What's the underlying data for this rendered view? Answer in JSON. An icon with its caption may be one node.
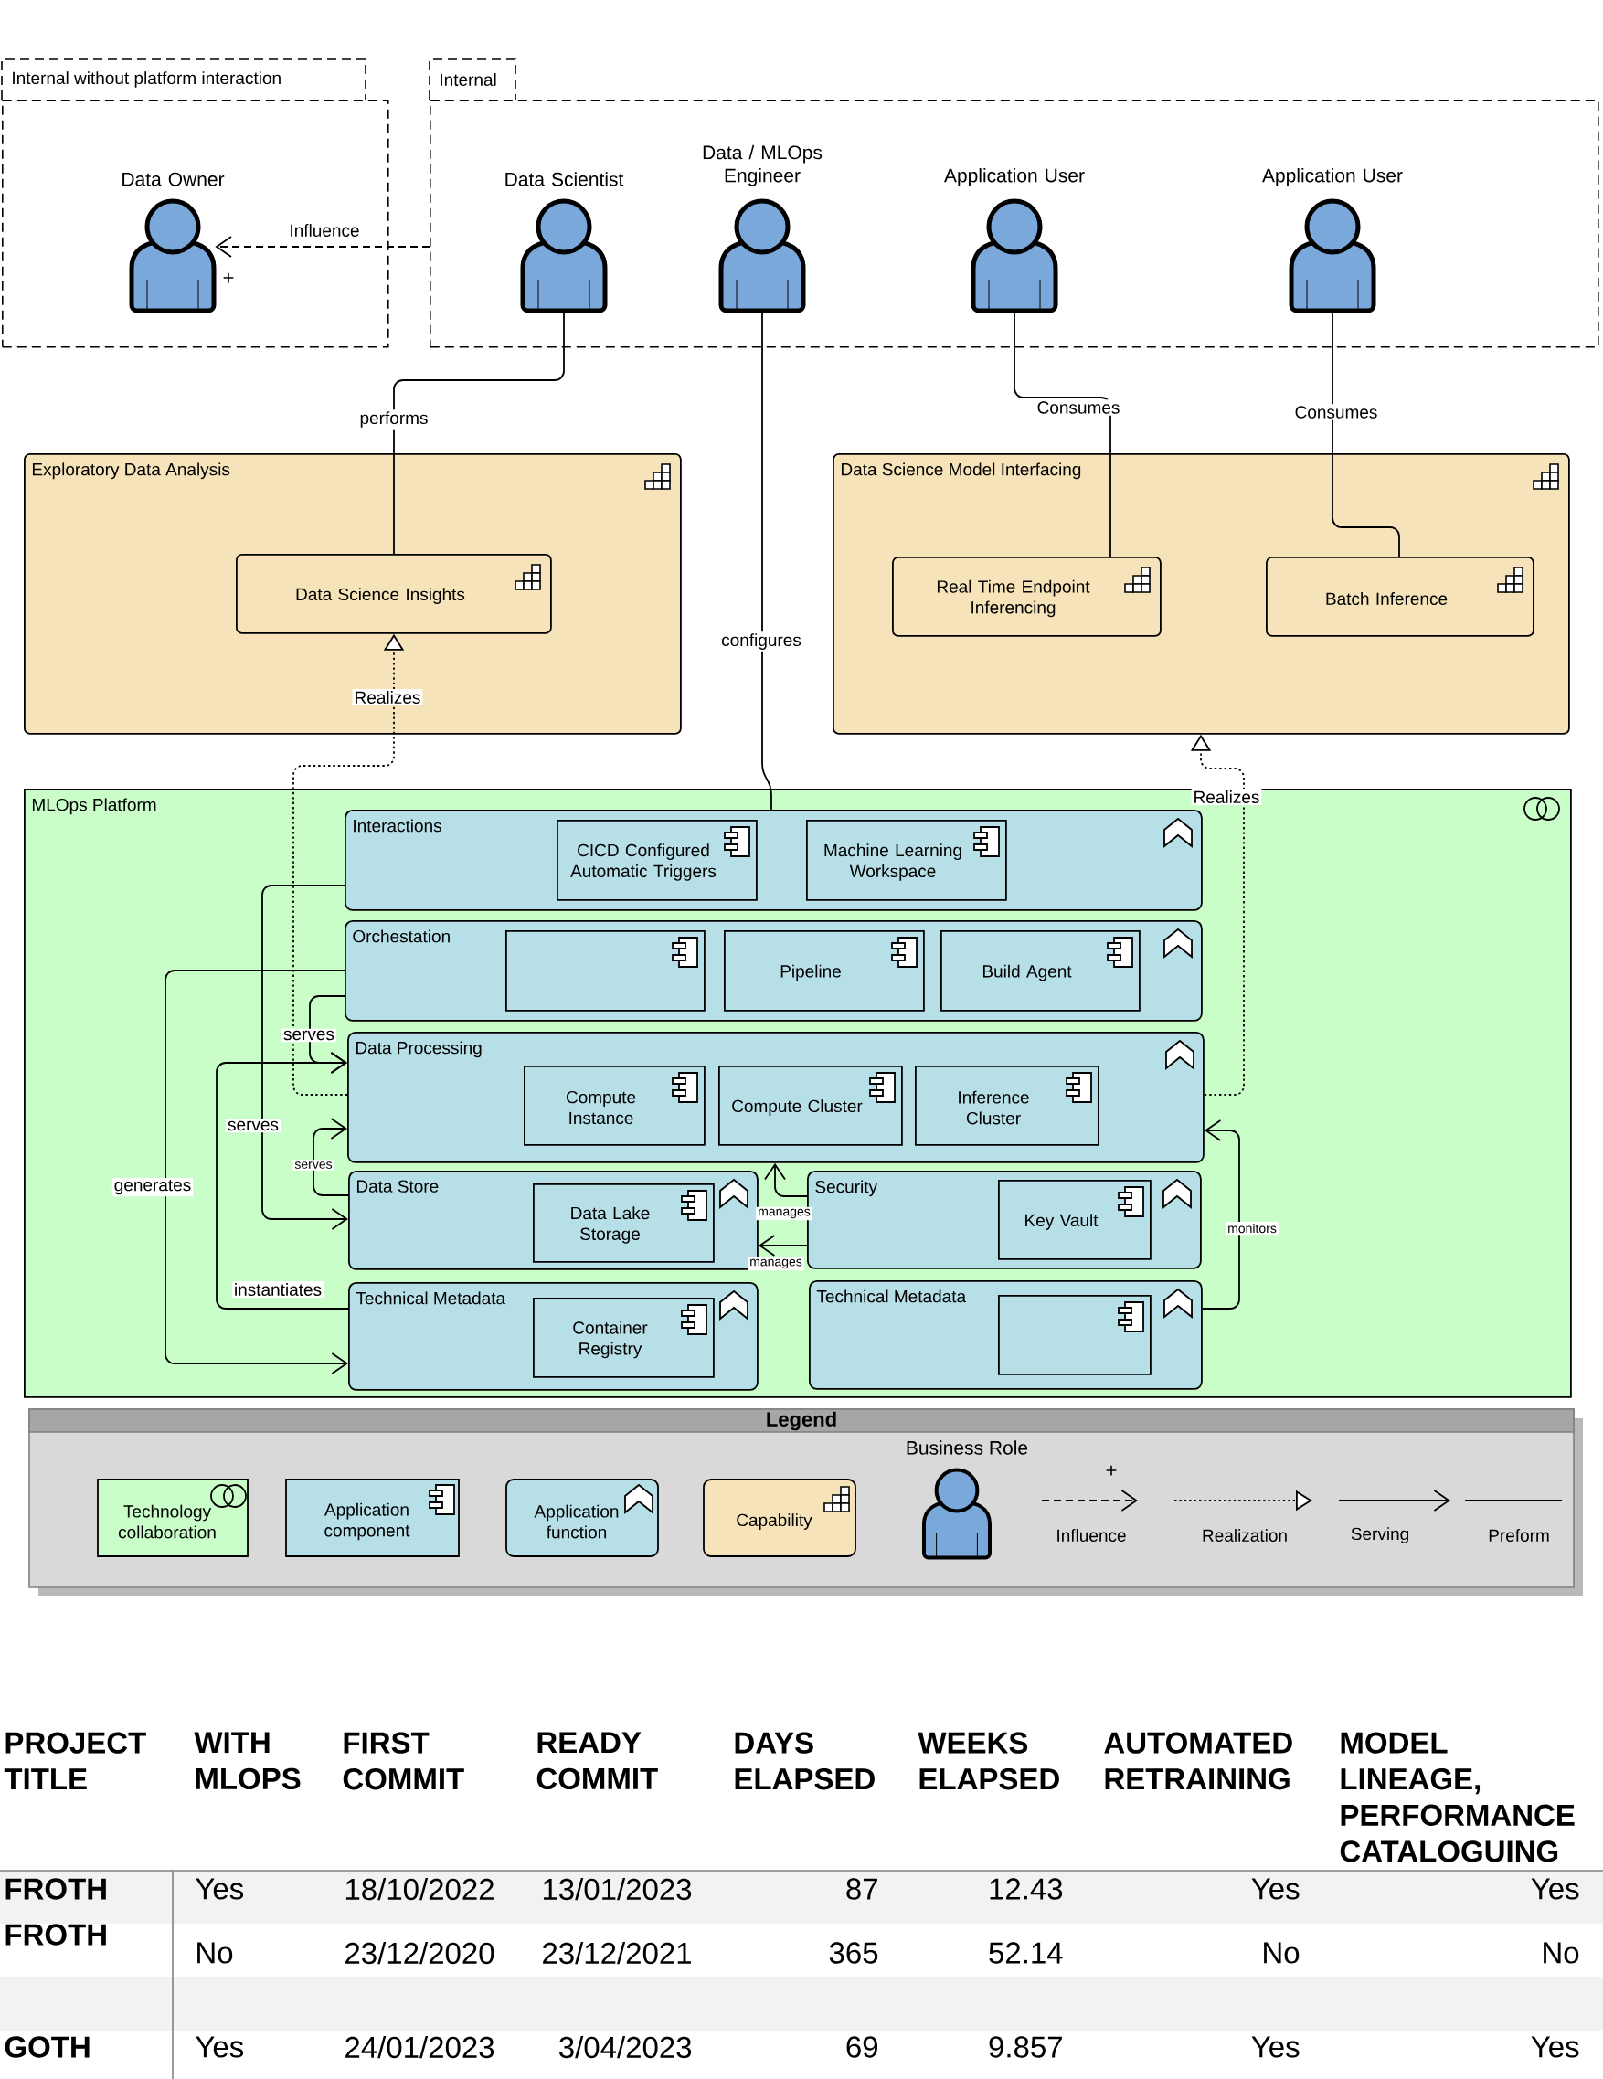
{
  "diagram": {
    "nodes": [
      {
        "text": [
          "Internal without platform interaction"
        ]
      },
      {
        "text": [
          "Internal"
        ]
      },
      {
        "text": [
          "Data Owner"
        ],
        "in": 0
      },
      {
        "text": [
          "Data Scientist"
        ],
        "in": 1
      },
      {
        "text": [
          "Data / MLOps Engineer"
        ],
        "in": 1
      },
      {
        "text": [
          "Application User"
        ],
        "in": 1
      },
      {
        "text": [
          "Application User"
        ],
        "in": 1
      },
      {
        "text": [
          "Exploratory Data Analysis"
        ]
      },
      {
        "text": [
          "Data Science Insights"
        ],
        "in": 7
      },
      {
        "text": [
          "Data Science Model Interfacing"
        ]
      },
      {
        "text": [
          "Real Time Endpoint Inferencing"
        ],
        "in": 9
      },
      {
        "text": [
          "Batch Inference"
        ],
        "in": 9
      },
      {
        "text": [
          "MLOps Platform"
        ]
      },
      {
        "text": [
          "Interactions"
        ],
        "in": 12
      },
      {
        "text": [
          "CICD Configured Automatic Triggers"
        ],
        "in": 13
      },
      {
        "text": [
          "Machine Learning Workspace"
        ],
        "in": 13
      },
      {
        "text": [
          "Orchestation"
        ],
        "in": 12
      },
      {
        "text": [],
        "shape": "box",
        "in": 16
      },
      {
        "text": [
          "Pipeline"
        ],
        "in": 16
      },
      {
        "text": [
          "Build Agent"
        ],
        "in": 16
      },
      {
        "text": [
          "Data Processing"
        ],
        "in": 12
      },
      {
        "text": [
          "Compute Instance"
        ],
        "in": 20
      },
      {
        "text": [
          "Compute Cluster"
        ],
        "in": 20
      },
      {
        "text": [
          "Inference Cluster"
        ],
        "in": 20
      },
      {
        "text": [
          "Data Store"
        ],
        "in": 12
      },
      {
        "text": [
          "Data Lake Storage"
        ],
        "in": 24
      },
      {
        "text": [
          "Security"
        ],
        "in": 12
      },
      {
        "text": [
          "Key Vault"
        ],
        "in": 26
      },
      {
        "text": [
          "Technical Metadata"
        ],
        "in": 12
      },
      {
        "text": [
          "Container Registry"
        ],
        "in": 28
      },
      {
        "text": [
          "Technical Metadata"
        ],
        "in": 12
      },
      {
        "text": [],
        "shape": "box",
        "in": 30
      }
    ],
    "edges": [
      {
        "from": 1,
        "to": 2,
        "arrow": "to",
        "label": "Influence",
        "style": "dashed"
      },
      {
        "from": 3,
        "to": 8,
        "arrow": "none",
        "label": "performs"
      },
      {
        "from": 4,
        "to": 13,
        "arrow": "none",
        "label": "configures"
      },
      {
        "from": 5,
        "to": 10,
        "arrow": "none",
        "label": "Consumes"
      },
      {
        "from": 6,
        "to": 11,
        "arrow": "none",
        "label": "Consumes"
      },
      {
        "from": 20,
        "to": 8,
        "arrow": "to",
        "label": "Realizes",
        "style": "dashed"
      },
      {
        "from": 20,
        "to": 9,
        "arrow": "to",
        "label": "Realizes",
        "style": "dashed"
      },
      {
        "from": 13,
        "to": 24,
        "arrow": "to",
        "label": "serves"
      },
      {
        "from": 16,
        "to": 28,
        "arrow": "to",
        "label": "generates"
      },
      {
        "from": 16,
        "to": 20,
        "arrow": "to",
        "label": "serves"
      },
      {
        "from": 28,
        "to": 20,
        "arrow": "to",
        "label": "instantiates"
      },
      {
        "from": 24,
        "to": 20,
        "arrow": "to",
        "label": "serves"
      },
      {
        "from": 26,
        "to": 20,
        "arrow": "to",
        "label": "manages"
      },
      {
        "from": 26,
        "to": 24,
        "arrow": "to",
        "label": "manages"
      },
      {
        "from": 30,
        "to": 20,
        "arrow": "to",
        "label": "monitors"
      }
    ],
    "labels": [
      "+",
      "Legend",
      "+",
      "PROJECT TITLE",
      "WITH MLOPS",
      "FIRST COMMIT",
      "READY COMMIT",
      "DAYS ELAPSED",
      "WEEKS ELAPSED",
      "AUTOMATED RETRAINING",
      "MODEL LINEAGE, PERFORMANCE CATALOGUING",
      "FROTH",
      "Yes",
      "18/10/2022",
      "13/01/2023",
      "87",
      "12.43",
      "Yes",
      "Yes",
      "FROTH",
      "No",
      "23/12/2020",
      "23/12/2021",
      "365",
      "52.14",
      "No",
      "No",
      "GOTH",
      "Yes",
      "24/01/2023",
      "3/04/2023",
      "69",
      "9.857",
      "Yes",
      "Yes"
    ],
    "legend": [
      {
        "text": "Technology collaboration",
        "color": "#c9fec9"
      },
      {
        "text": "Application component",
        "color": "#b7dfe8"
      },
      {
        "text": "Application function",
        "color": "#b7dfe8"
      },
      {
        "text": "Capability",
        "color": "#f6e3b9"
      },
      {
        "text": "Business Role"
      },
      {
        "text": "Influence"
      },
      {
        "text": "Realization"
      },
      {
        "text": "Serving"
      },
      {
        "text": "Preform"
      }
    ]
  }
}
